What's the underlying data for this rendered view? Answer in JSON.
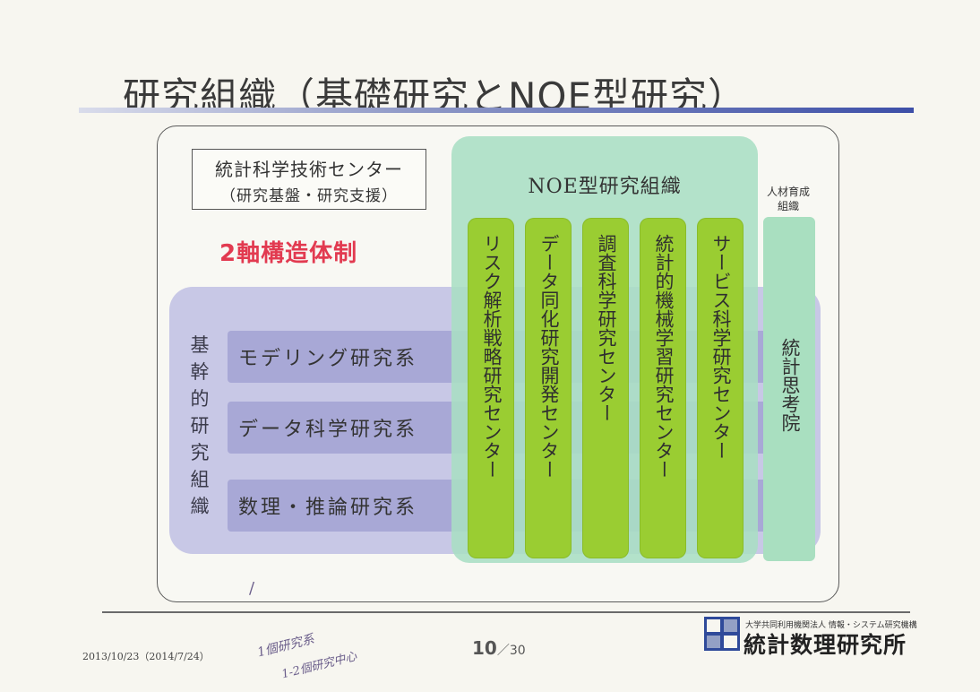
{
  "slide": {
    "title": "研究組織（基礎研究とNOE型研究）",
    "center": {
      "line1": "統計科学技術センター",
      "line2": "（研究基盤・研究支援）"
    },
    "axis_label": "2軸構造体制",
    "base_org": {
      "label": "基幹的研究組織",
      "rows": [
        "モデリング研究系",
        "データ科学研究系",
        "数理・推論研究系"
      ]
    },
    "noe": {
      "title": "NOE型研究組織",
      "centers": [
        "リスク解析戦略研究センター",
        "データ同化研究開発センター",
        "調査科学研究センター",
        "統計的機械学習研究センター",
        "サービス科学研究センター"
      ]
    },
    "talent": {
      "label_line1": "人材育成",
      "label_line2": "組織",
      "name": "統計思考院"
    }
  },
  "footer": {
    "date": "2013/10/23（2014/7/24）",
    "page_current": "10",
    "page_total": "30",
    "handwritten_1": "1個研究系",
    "handwritten_2": "1-2個研究中心",
    "handwritten_mark": "/",
    "logo_org": "大学共同利用機関法人 情報・システム研究機構",
    "logo_name": "統計数理研究所"
  },
  "colors": {
    "title_rule": "#3d4fa8",
    "axis_text": "#e23a50",
    "base_panel": "#c8c8e6",
    "base_row": "#a8a8d6",
    "noe_panel": "#a8dec4",
    "pillar": "#9acd32",
    "logo_blue": "#2f4a9a"
  }
}
